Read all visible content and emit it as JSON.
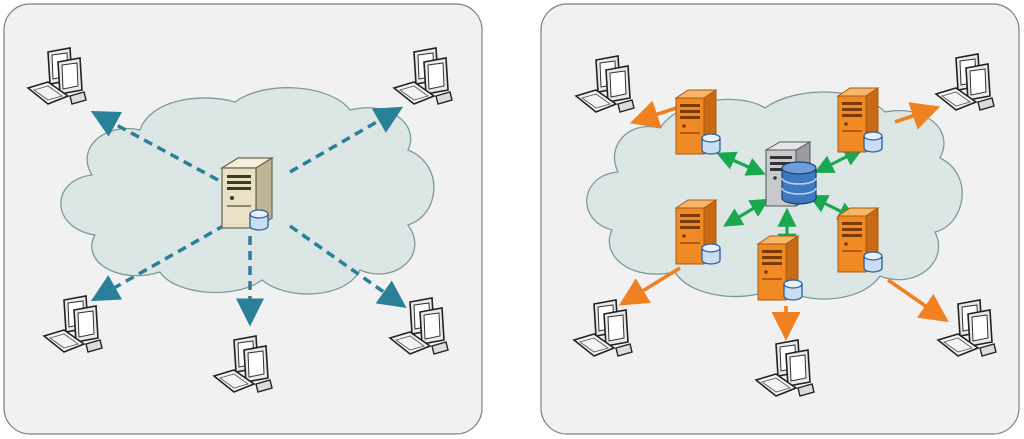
{
  "panels": [
    {
      "id": "left",
      "topology": "centralized",
      "central_server": {
        "type": "beige-server-with-database",
        "icon": "server-icon"
      },
      "clients": 5,
      "links": {
        "style": "dashed",
        "direction": "server-to-client",
        "color": "#2a7f99"
      }
    },
    {
      "id": "right",
      "topology": "content-delivery-network",
      "origin_server": {
        "type": "gray-server-with-database",
        "icon": "database-server-icon"
      },
      "edge_servers": 5,
      "clients": 5,
      "links": [
        {
          "style": "solid",
          "direction": "bidirectional",
          "between": "origin-and-edge-servers",
          "color": "#1aa84f"
        },
        {
          "style": "solid",
          "direction": "edge-to-client",
          "color": "#f08020"
        }
      ]
    }
  ],
  "colors": {
    "panel_border": "#7d7d7d",
    "panel_fill": "#f1f1f2",
    "cloud_fill": "#dbe6e5",
    "cloud_stroke": "#7e9a9b",
    "edge_server": "#f08a24",
    "central_server": "#e8e1c5",
    "origin_server": "#c8c9cc",
    "database": "#3f79c1",
    "dashed_arrow": "#2a7f99",
    "green_arrow": "#1aa84f",
    "orange_arrow": "#f08020"
  }
}
